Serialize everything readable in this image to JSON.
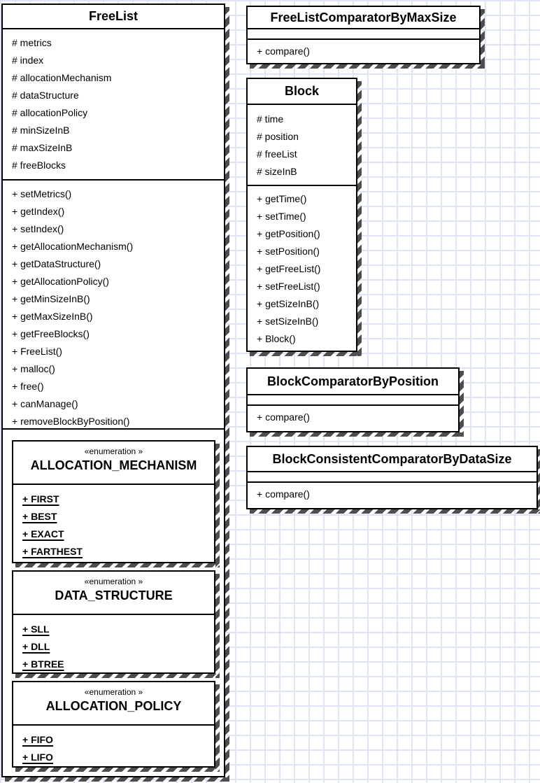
{
  "diagram": {
    "type": "uml-class-diagram",
    "colors": {
      "grid_line": "#dfe3f6",
      "box_border": "#000000",
      "box_fill": "#ffffff",
      "shadow": "#4e4e4e",
      "text": "#000000"
    }
  },
  "classes": {
    "free_list": {
      "name": "FreeList",
      "attributes": [
        "# metrics",
        "# index",
        "# allocationMechanism",
        "# dataStructure",
        "# allocationPolicy",
        "# minSizeInB",
        "# maxSizeInB",
        "# freeBlocks"
      ],
      "methods": [
        "+ setMetrics()",
        "+ getIndex()",
        "+ setIndex()",
        "+ getAllocationMechanism()",
        "+ getDataStructure()",
        "+ getAllocationPolicy()",
        "+ getMinSizeInB()",
        "+ getMaxSizeInB()",
        "+ getFreeBlocks()",
        "+ FreeList()",
        "+ malloc()",
        "+ free()",
        "+ canManage()",
        "+ removeBlockByPosition()"
      ]
    },
    "free_list_comparator_by_max_size": {
      "name": "FreeListComparatorByMaxSize",
      "attributes": [],
      "methods": [
        "+ compare()"
      ]
    },
    "block": {
      "name": "Block",
      "attributes": [
        "# time",
        "# position",
        "# freeList",
        "# sizeInB"
      ],
      "methods": [
        "+ getTime()",
        "+ setTime()",
        "+ getPosition()",
        "+ setPosition()",
        "+ getFreeList()",
        "+ setFreeList()",
        "+ getSizeInB()",
        "+ setSizeInB()",
        "+ Block()"
      ]
    },
    "block_comparator_by_position": {
      "name": "BlockComparatorByPosition",
      "attributes": [],
      "methods": [
        "+ compare()"
      ]
    },
    "block_consistent_comparator_by_data_size": {
      "name": "BlockConsistentComparatorByDataSize",
      "attributes": [],
      "methods": [
        "+ compare()"
      ]
    }
  },
  "enumerations": {
    "allocation_mechanism": {
      "stereotype": "«enumeration »",
      "name": "ALLOCATION_MECHANISM",
      "literals": [
        "+ FIRST",
        "+ BEST",
        "+ EXACT",
        "+ FARTHEST"
      ]
    },
    "data_structure": {
      "stereotype": "«enumeration »",
      "name": "DATA_STRUCTURE",
      "literals": [
        "+ SLL",
        "+ DLL",
        "+ BTREE"
      ]
    },
    "allocation_policy": {
      "stereotype": "«enumeration »",
      "name": "ALLOCATION_POLICY",
      "literals": [
        "+ FIFO",
        "+ LIFO"
      ]
    }
  }
}
